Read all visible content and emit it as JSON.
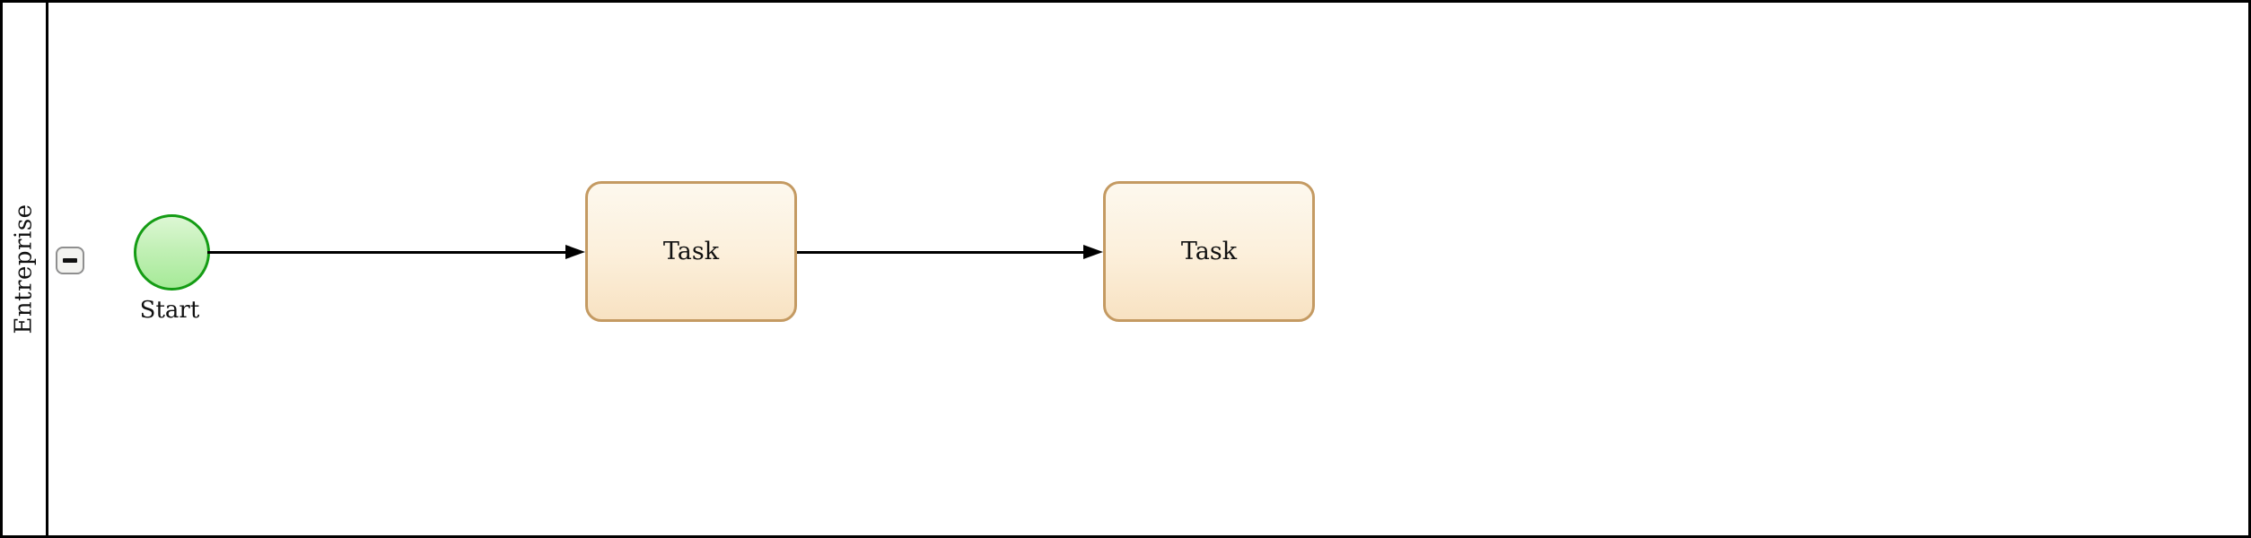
{
  "pool": {
    "label": "Entreprise",
    "collapsed": false
  },
  "collapse_button": {
    "icon": "minus-icon",
    "action": "collapse-pool"
  },
  "nodes": [
    {
      "id": "start",
      "type": "startEvent",
      "label": "Start"
    },
    {
      "id": "task1",
      "type": "task",
      "label": "Task"
    },
    {
      "id": "task2",
      "type": "task",
      "label": "Task"
    }
  ],
  "edges": [
    {
      "from": "start",
      "to": "task1",
      "type": "sequenceFlow"
    },
    {
      "from": "task1",
      "to": "task2",
      "type": "sequenceFlow"
    }
  ],
  "colors": {
    "pool_border": "#000000",
    "start_event_stroke": "#149c14",
    "start_event_fill_top": "#ddf7d4",
    "start_event_fill_bottom": "#a6ea98",
    "task_border": "#c49a62",
    "task_fill_top": "#fdf8ee",
    "task_fill_bottom": "#f8e2c2",
    "edge": "#000000",
    "text": "#111111"
  }
}
